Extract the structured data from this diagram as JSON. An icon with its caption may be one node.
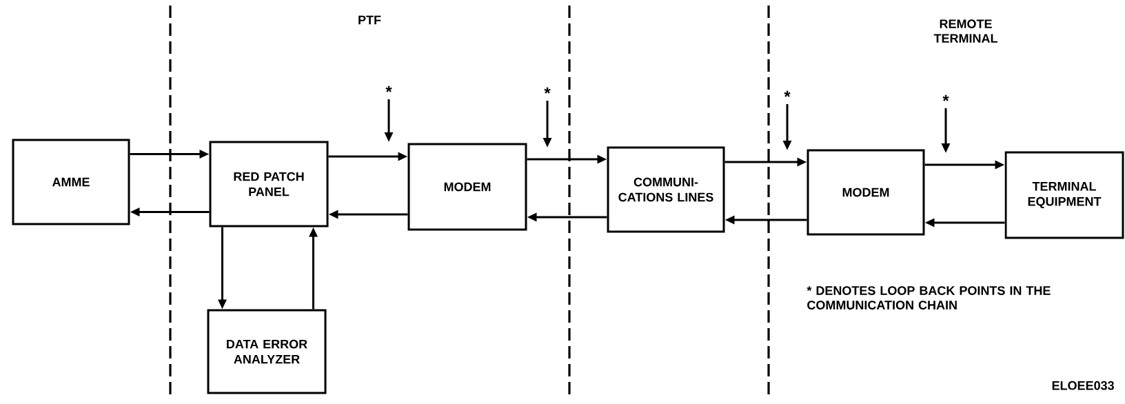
{
  "diagram": {
    "nodes": [
      {
        "text": [
          "AMME"
        ]
      },
      {
        "text": [
          "RED PATCH PANEL"
        ]
      },
      {
        "text": [
          "MODEM"
        ]
      },
      {
        "text": [
          "COMMUNI- CATIONS LINES"
        ]
      },
      {
        "text": [
          "MODEM"
        ]
      },
      {
        "text": [
          "TERMINAL EQUIPMENT"
        ]
      },
      {
        "text": [
          "DATA ERROR ANALYZER"
        ]
      }
    ],
    "edges": [
      {
        "from": 0,
        "to": 1,
        "arrow": "to"
      },
      {
        "from": 1,
        "to": 0,
        "arrow": "to"
      },
      {
        "from": 1,
        "to": 2,
        "arrow": "to"
      },
      {
        "from": 2,
        "to": 1,
        "arrow": "to"
      },
      {
        "from": 2,
        "to": 3,
        "arrow": "to"
      },
      {
        "from": 3,
        "to": 2,
        "arrow": "to"
      },
      {
        "from": 3,
        "to": 4,
        "arrow": "to"
      },
      {
        "from": 4,
        "to": 3,
        "arrow": "to"
      },
      {
        "from": 4,
        "to": 5,
        "arrow": "to"
      },
      {
        "from": 5,
        "to": 4,
        "arrow": "to"
      },
      {
        "from": 1,
        "to": 6,
        "arrow": "to"
      },
      {
        "from": 6,
        "to": 1,
        "arrow": "to"
      }
    ],
    "labels": [
      "PTF",
      "REMOTE TERMINAL",
      "*",
      "*",
      "*",
      "*",
      "* DENOTES LOOP BACK POINTS IN THE COMMUNICATION CHAIN",
      "ELOEE033"
    ]
  }
}
